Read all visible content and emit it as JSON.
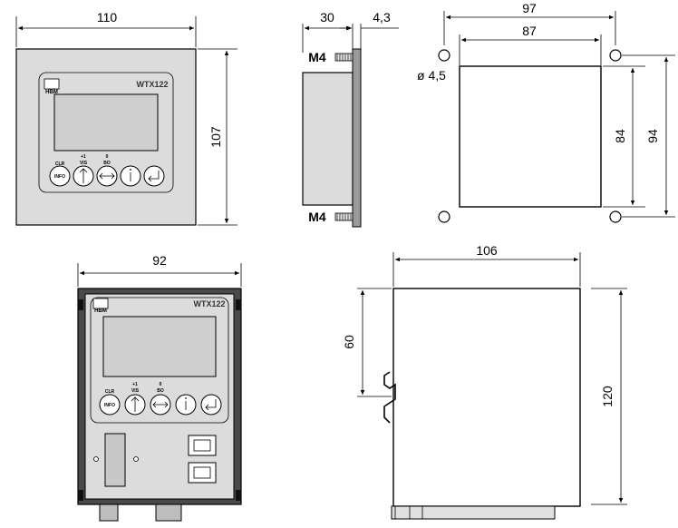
{
  "front_view": {
    "width_label": "110",
    "height_label": "107",
    "brand": "WTX122",
    "logo_text": "HBM",
    "btn_info": "INFO",
    "label_clr": "CLR",
    "label_plus1": "+1",
    "label_vis": "VIS",
    "label_zero": "0",
    "label_bo": "BO"
  },
  "side_view": {
    "depth_label": "30",
    "front_label": "4,3",
    "screw_top": "M4",
    "screw_bottom": "M4"
  },
  "cutout_view": {
    "outer_width": "97",
    "inner_width": "87",
    "hole_diameter": "ø 4,5",
    "inner_height": "84",
    "outer_height": "94"
  },
  "din_front_view": {
    "width_label": "92",
    "brand": "WTX122",
    "logo_text": "HBM",
    "btn_info": "INFO",
    "label_clr": "CLR",
    "label_plus1": "+1",
    "label_vis": "VIS",
    "label_zero": "0",
    "label_bo": "BO"
  },
  "din_side_view": {
    "width_label": "106",
    "rail_label": "60",
    "height_label": "120"
  }
}
